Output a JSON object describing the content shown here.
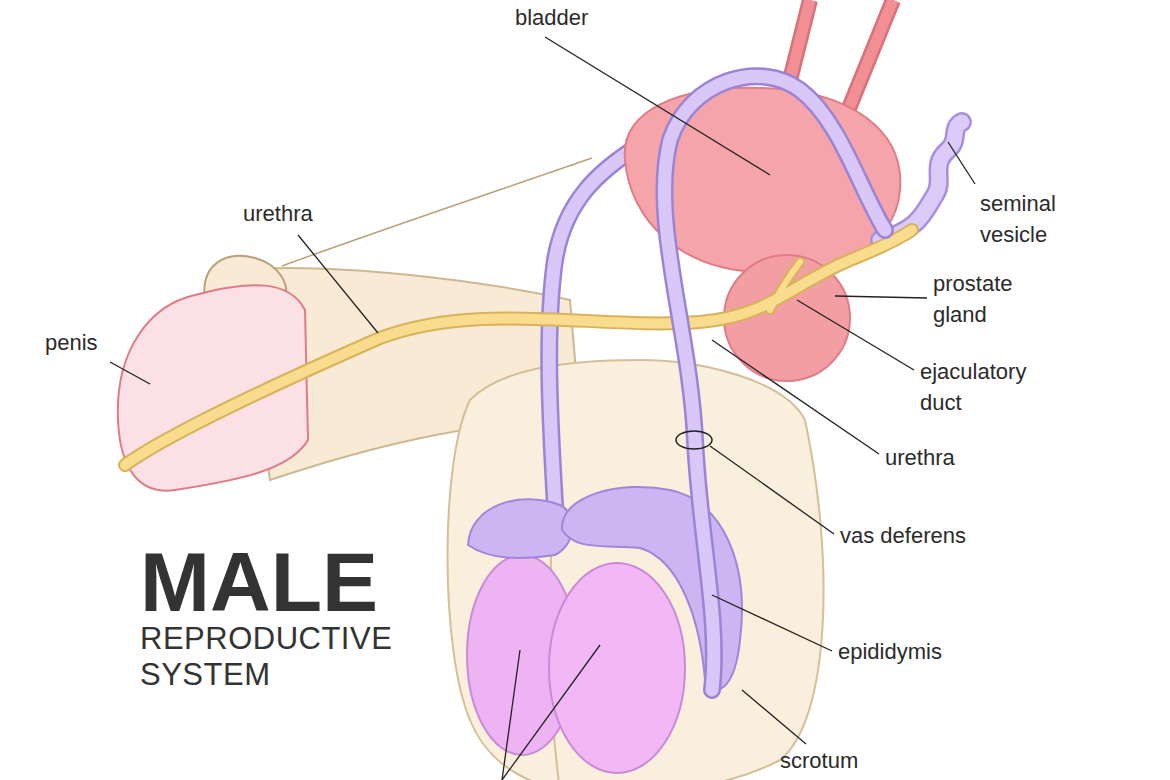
{
  "diagram": {
    "title": "MALE REPRODUCTIVE SYSTEM",
    "labels": [
      "bladder",
      "seminal vesicle",
      "urethra",
      "prostate gland",
      "penis",
      "ejaculatory duct",
      "urethra",
      "vas deferens",
      "epididymis",
      "scrotum"
    ]
  }
}
